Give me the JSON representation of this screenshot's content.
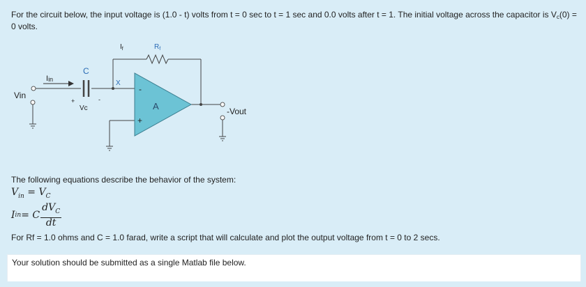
{
  "problem": {
    "intro_main": "For the circuit below, the input voltage is (1.0 - t) volts from t = 0 sec to t = 1 sec and 0.0 volts after t = 1.  The initial voltage across the capacitor is V",
    "intro_sub": "c",
    "intro_end": "(0) = 0 volts.",
    "equations_intro": "The following equations describe the behavior of the system:",
    "eq1": {
      "lhs": "V",
      "lhs_sub": "in",
      "eq": " = ",
      "rhs": "V",
      "rhs_sub": "C"
    },
    "eq2": {
      "lhs": "I",
      "lhs_sub": "in",
      "eq": " = C",
      "num": "dV",
      "num_sub": "C",
      "den": "dt"
    },
    "params": "For Rf = 1.0 ohms and C = 1.0 farad, write a script that will calculate and plot the output voltage from t = 0 to 2 secs.",
    "answer_prompt": "Your solution should be submitted as a single Matlab file below."
  },
  "circuit": {
    "vin": "Vin",
    "iin": "I",
    "iin_sub": "in",
    "c": "C",
    "vc": "Vc",
    "plus": "+",
    "minus": "-",
    "x": "X",
    "if": "I",
    "if_sub": "f",
    "rf": "R",
    "rf_sub": "f",
    "amp": "A",
    "inv": "-",
    "noninv": "+",
    "vout": "-Vout"
  },
  "colors": {
    "background": "#d9edf7",
    "opamp_fill": "#6cc3d5",
    "label_blue": "#2a6bb5"
  }
}
